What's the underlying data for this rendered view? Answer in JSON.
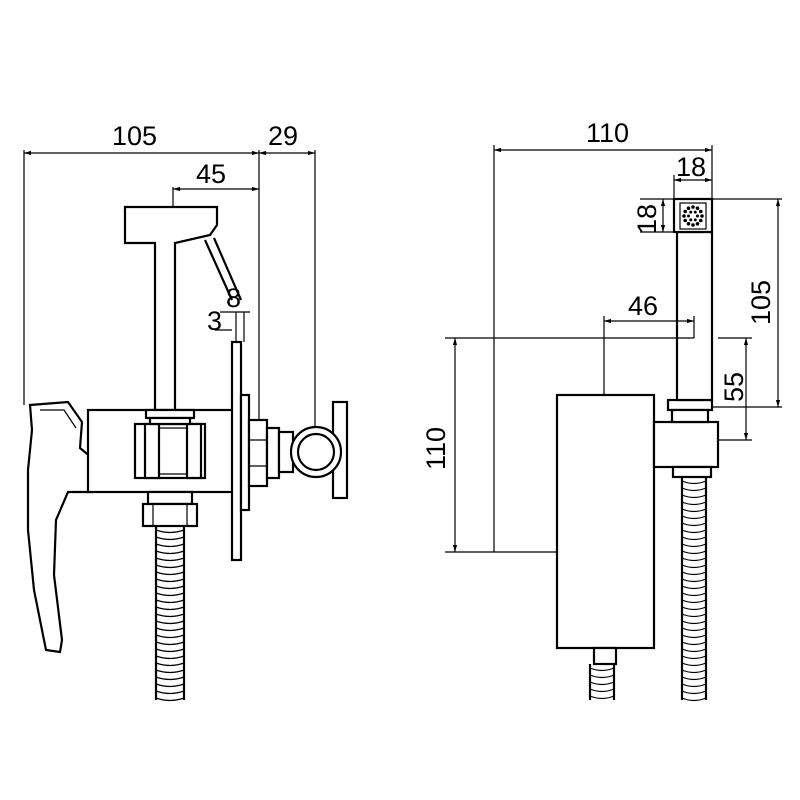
{
  "dimensions": {
    "side_total_width": "105",
    "side_outlet": "29",
    "side_handset": "45",
    "side_lever_gap": "8",
    "side_plate": "3",
    "front_total_width": "110",
    "front_head": "18",
    "front_head_height": "18",
    "front_holder_height": "105",
    "front_offset": "46",
    "front_outlet_height": "55",
    "front_body_height": "110"
  }
}
